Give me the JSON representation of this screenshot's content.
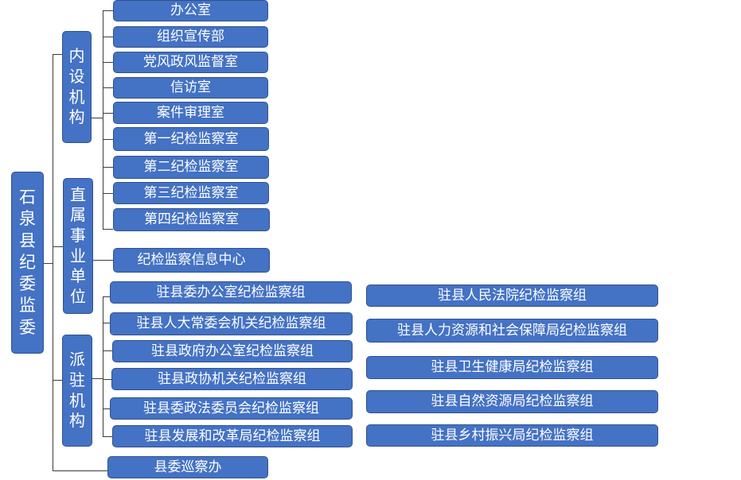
{
  "root": {
    "label": "石泉县纪委监委",
    "chars": [
      "石",
      "泉",
      "县",
      "纪",
      "委",
      "监",
      "委"
    ]
  },
  "categories": {
    "internal": {
      "label": "内设机构",
      "chars": [
        "内",
        "设",
        "机",
        "构"
      ],
      "items": [
        "办公室",
        "组织宣传部",
        "党风政风监督室",
        "信访室",
        "案件审理室",
        "第一纪检监察室",
        "第二纪检监察室",
        "第三纪检监察室",
        "第四纪检监察室"
      ]
    },
    "direct": {
      "label": "直属事业单位",
      "chars": [
        "直",
        "属",
        "事",
        "业",
        "单",
        "位"
      ],
      "items": [
        "纪检监察信息中心"
      ]
    },
    "stationed": {
      "label": "派驻机构",
      "chars": [
        "派",
        "驻",
        "机",
        "构"
      ],
      "items_left": [
        "驻县委办公室纪检监察组",
        "驻县人大常委会机关纪检监察组",
        "驻县政府办公室纪检监察组",
        "驻县政协机关纪检监察组",
        "驻县委政法委员会纪检监察组",
        "驻县发展和改革局纪检监察组"
      ],
      "items_right": [
        "驻县人民法院纪检监察组",
        "驻县人力资源和社会保障局纪检监察组",
        "驻县卫生健康局纪检监察组",
        "驻县自然资源局纪检监察组",
        "驻县乡村振兴局纪检监察组"
      ]
    }
  },
  "patrol": {
    "label": "县委巡察办"
  },
  "colors": {
    "box_fill": "#4472c4",
    "box_border": "#2f528f",
    "text": "#ffffff",
    "connector": "#3c3c3c"
  }
}
